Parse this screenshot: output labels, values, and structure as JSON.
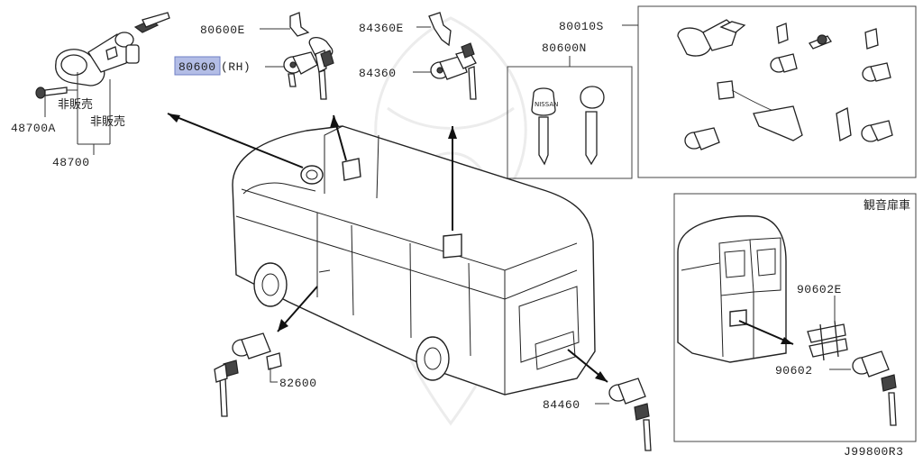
{
  "diagram": {
    "drawing_code": "J99800R3",
    "callouts": {
      "c80600E": "80600E",
      "c80600": "80600",
      "c80600_suffix": "(RH)",
      "c84360E": "84360E",
      "c84360": "84360",
      "c80010S": "80010S",
      "c80600N": "80600N",
      "c48700A": "48700A",
      "c48700": "48700",
      "not_sold_1": "非販売",
      "not_sold_2": "非販売",
      "c82600": "82600",
      "c84460": "84460",
      "c90602E": "90602E",
      "c90602": "90602"
    },
    "inset_title": "観音扉車",
    "key_brand": "NISSAN",
    "highlight_color": "#b3bde6"
  }
}
